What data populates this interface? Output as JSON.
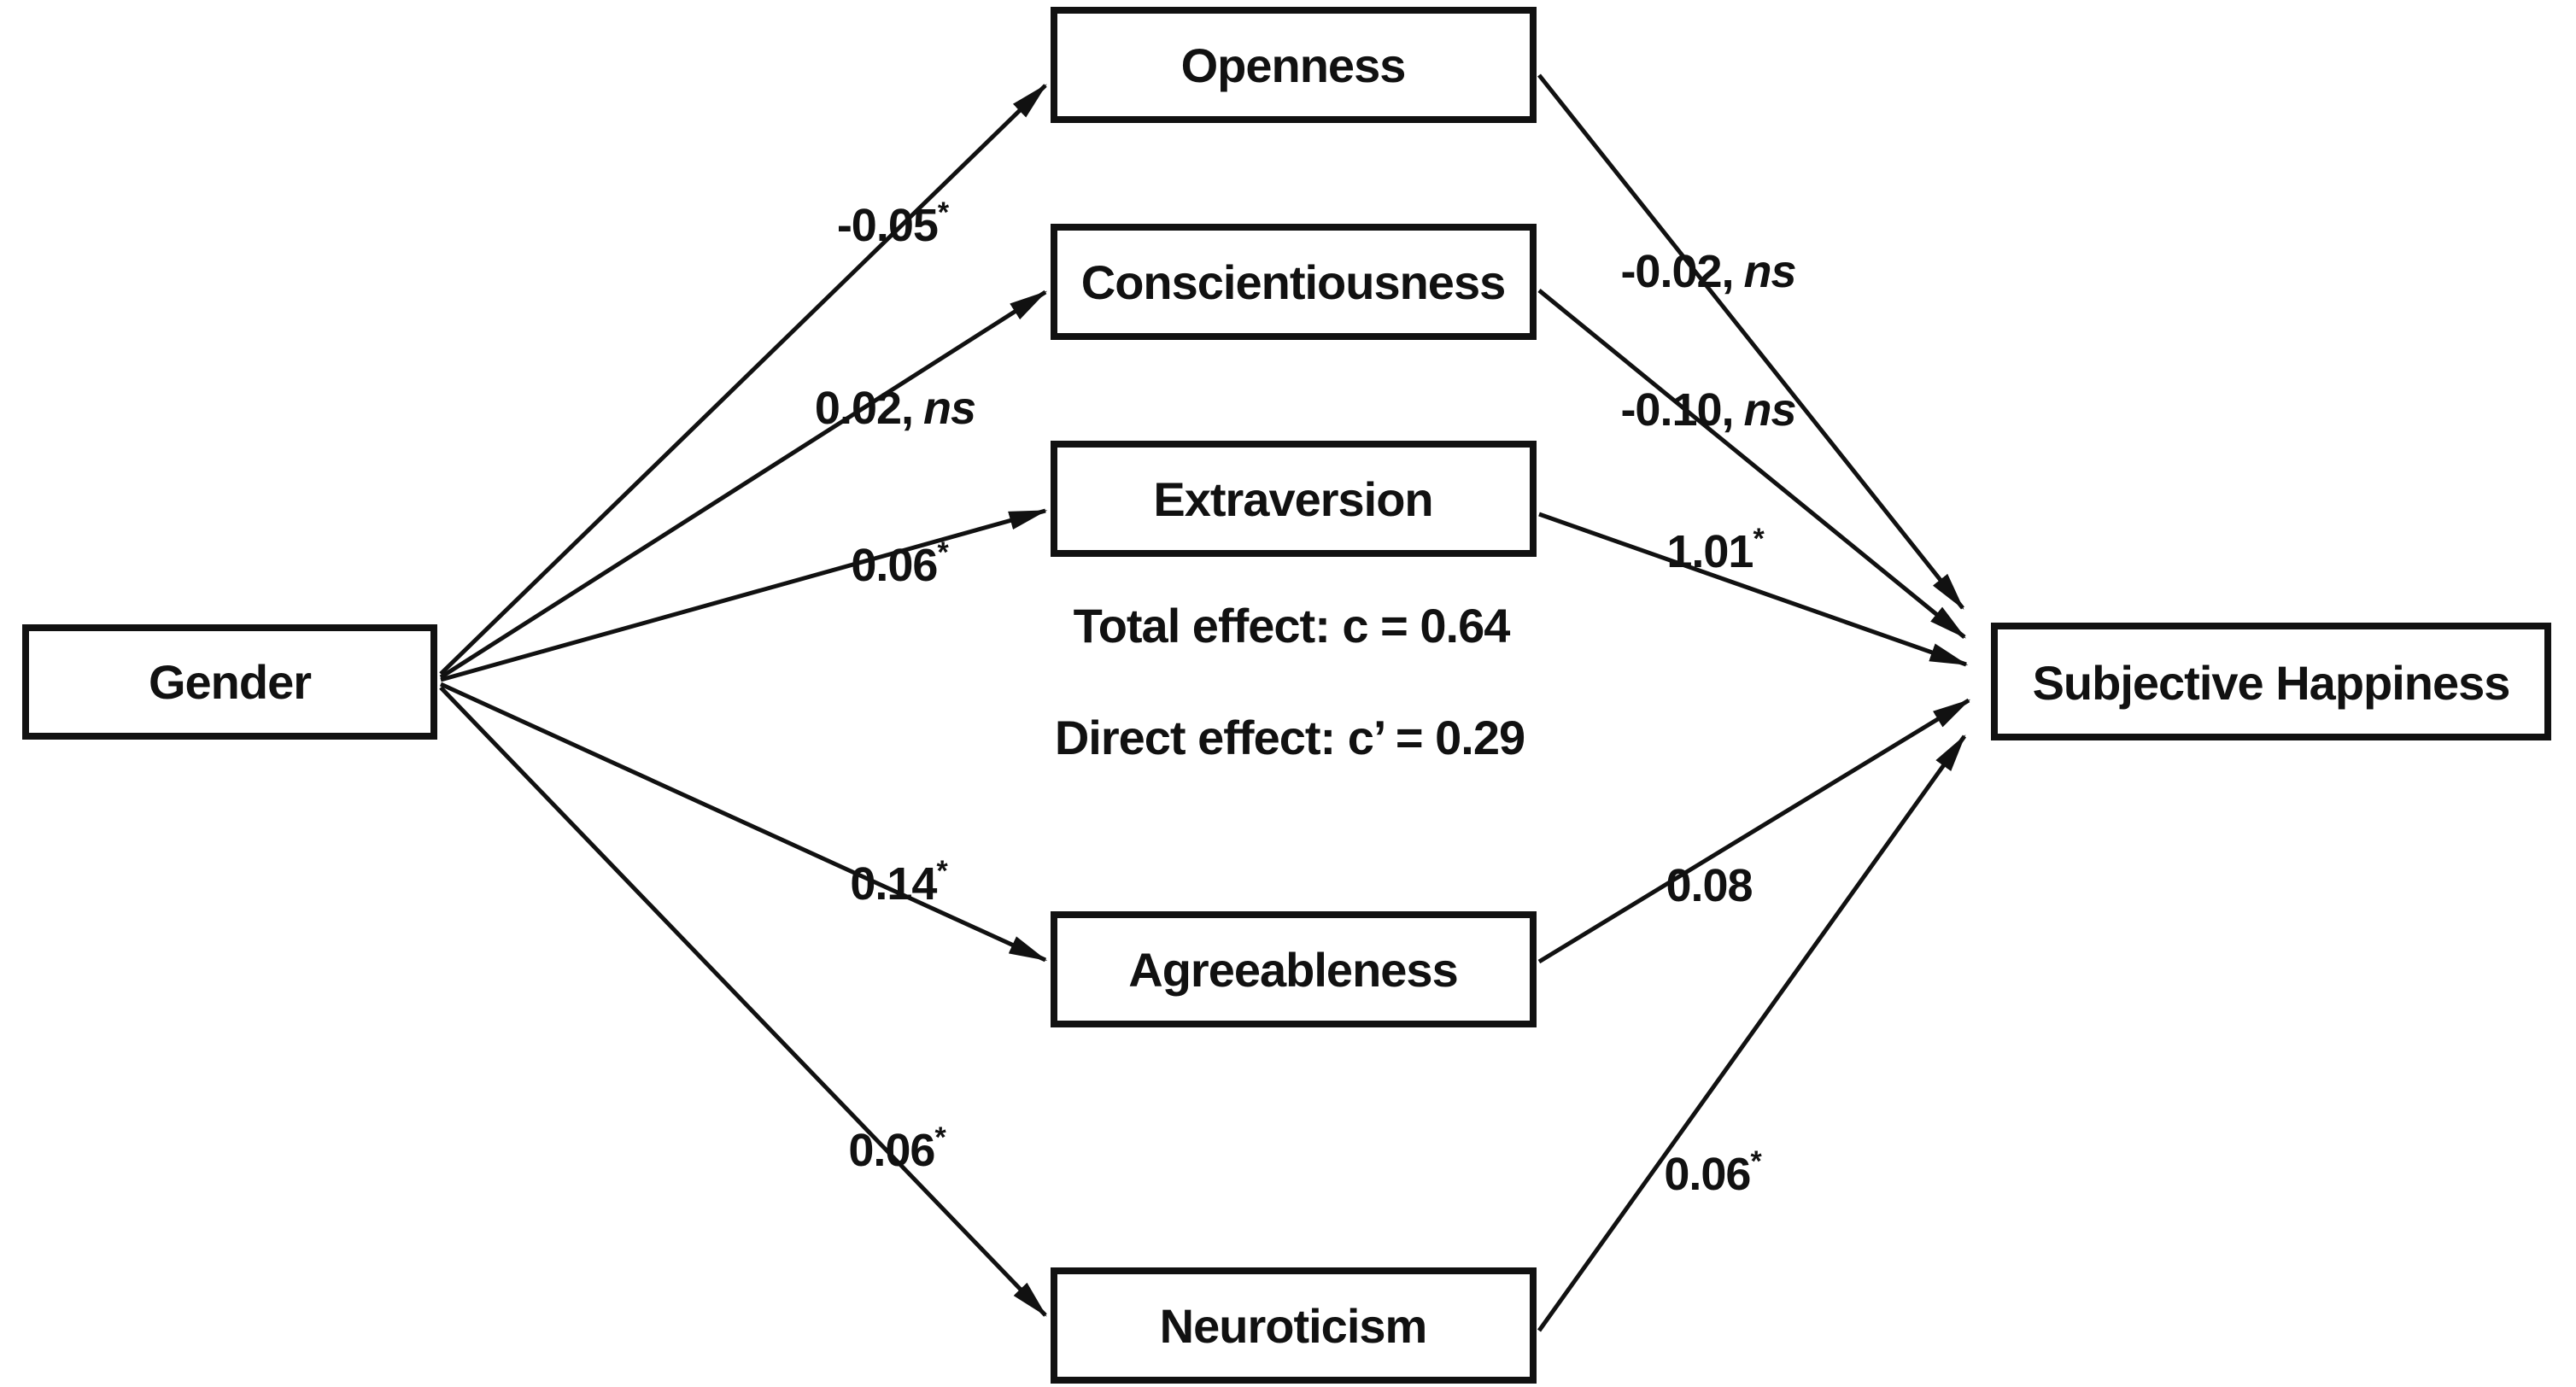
{
  "figure": {
    "type": "path-diagram",
    "background_color": "#ffffff",
    "line_color": "#111111",
    "nodes": {
      "gender": "Gender",
      "openness": "Openness",
      "conscientiousness": "Conscientiousness",
      "extraversion": "Extraversion",
      "agreeableness": "Agreeableness",
      "neuroticism": "Neuroticism",
      "subjective_happiness": "Subjective Happiness"
    },
    "edges": {
      "gender_to_openness": {
        "value": "-0.05",
        "sup": "*",
        "ns": ""
      },
      "gender_to_conscientiousness": {
        "value": "0.02,",
        "sup": "",
        "ns": "ns"
      },
      "gender_to_extraversion": {
        "value": "0.06",
        "sup": "*",
        "ns": ""
      },
      "gender_to_agreeableness": {
        "value": "0.14",
        "sup": "*",
        "ns": ""
      },
      "gender_to_neuroticism": {
        "value": "0.06",
        "sup": "*",
        "ns": ""
      },
      "openness_to_happiness": {
        "value": "-0.02,",
        "sup": "",
        "ns": "ns"
      },
      "conscientiousness_to_happiness": {
        "value": "-0.10,",
        "sup": "",
        "ns": "ns"
      },
      "extraversion_to_happiness": {
        "value": "1.01",
        "sup": "*",
        "ns": ""
      },
      "agreeableness_to_happiness": {
        "value": "0.08",
        "sup": "",
        "ns": ""
      },
      "neuroticism_to_happiness": {
        "value": "0.06",
        "sup": "*",
        "ns": ""
      }
    },
    "annotations": {
      "total_effect": "Total effect: c = 0.64",
      "direct_effect": "Direct effect: c’ = 0.29"
    }
  }
}
